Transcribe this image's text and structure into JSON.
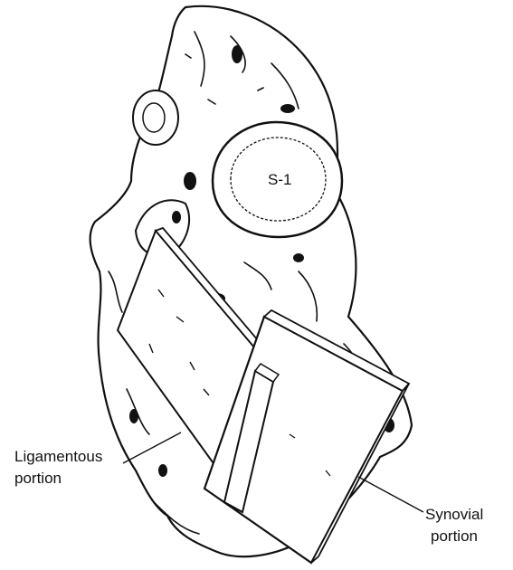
{
  "figure": {
    "vertebra_label": "S-1",
    "labels": [
      {
        "line1": "Ligamentous",
        "line2": "portion"
      },
      {
        "line1": "Synovial",
        "line2": "portion"
      }
    ]
  }
}
